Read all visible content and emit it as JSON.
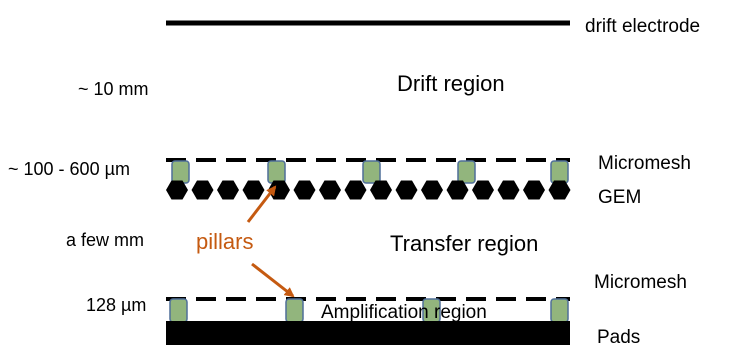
{
  "labels": {
    "drift_electrode": "drift electrode",
    "drift_region": "Drift region",
    "micromesh_top": "Micromesh",
    "gem": "GEM",
    "transfer_region": "Transfer region",
    "micromesh_bottom": "Micromesh",
    "amplification_region": "Amplification region",
    "pads": "Pads",
    "pillars": "pillars"
  },
  "dimensions": {
    "drift_gap": "~ 10 mm",
    "mesh_gem_gap": "~ 100 - 600 µm",
    "transfer_gap": "a few mm",
    "amplification_gap": "128 µm"
  },
  "colors": {
    "electrode": "#000000",
    "pillar_fill": "#92b57d",
    "pillar_stroke": "#4f6f99",
    "annotation": "#c55a11"
  }
}
